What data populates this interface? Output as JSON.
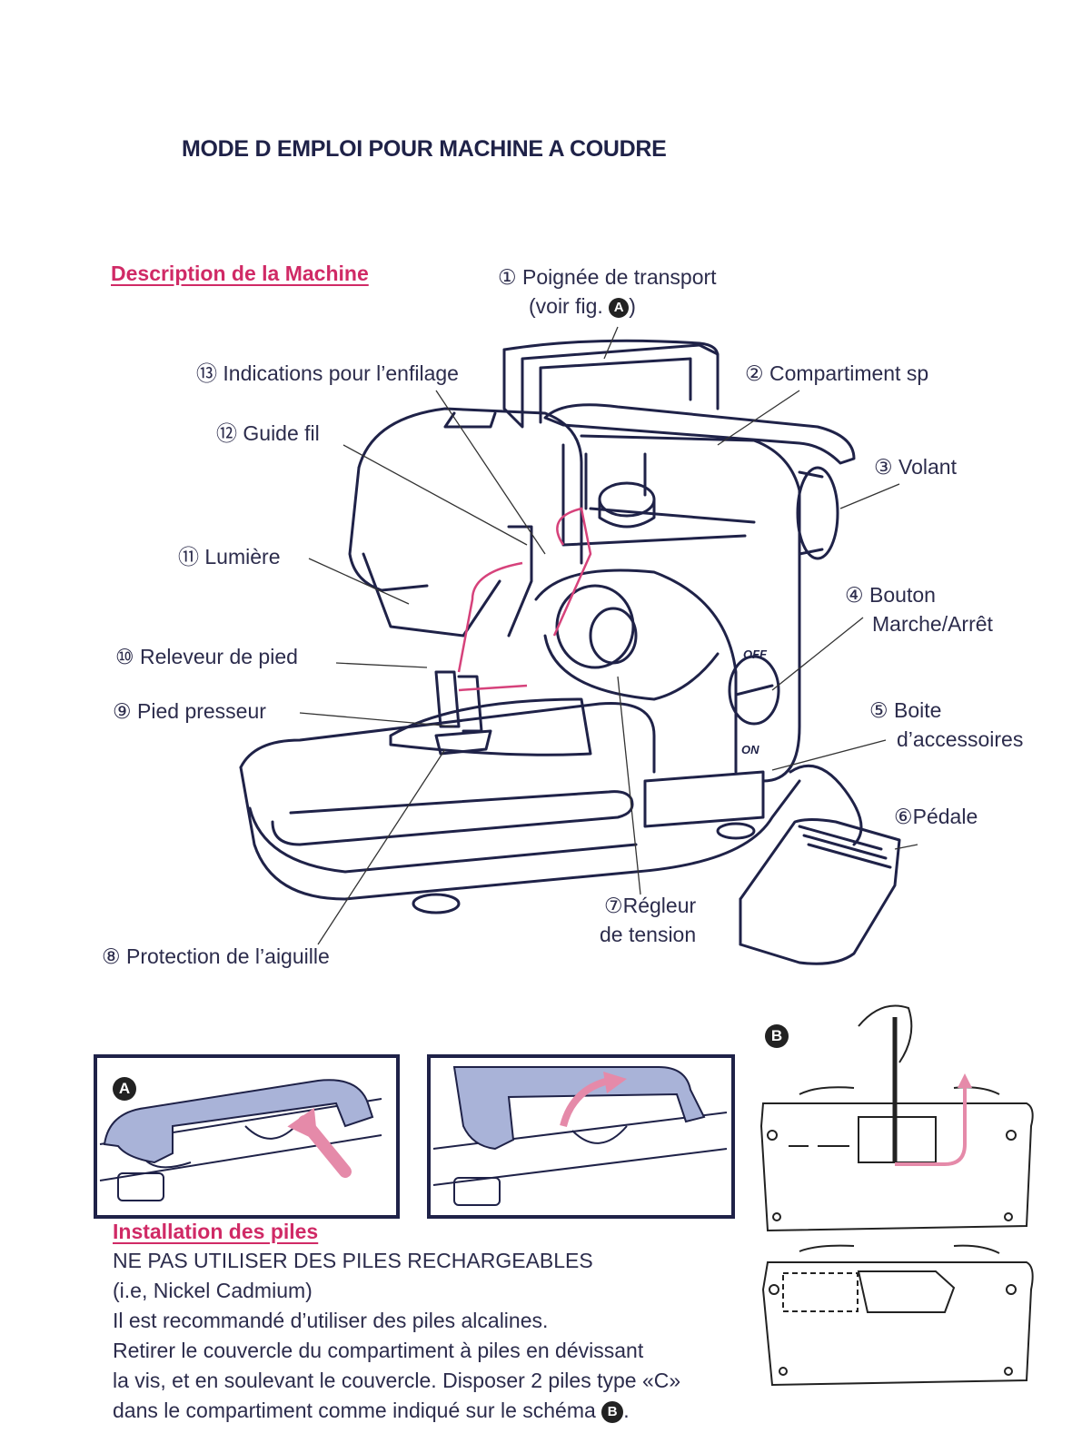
{
  "title": "MODE D EMPLOI POUR MACHINE A COUDRE",
  "description": {
    "heading": "Description de la Machine",
    "parts": [
      {
        "num": "①",
        "lines": [
          "Poignée de transport",
          "(voir fig. "
        ],
        "badge": "A"
      },
      {
        "num": "②",
        "lines": [
          "Compartiment sp"
        ]
      },
      {
        "num": "③",
        "lines": [
          "Volant"
        ]
      },
      {
        "num": "④",
        "lines": [
          "Bouton",
          "Marche/Arrêt"
        ]
      },
      {
        "num": "⑤",
        "lines": [
          "Boite",
          "d’accessoires"
        ]
      },
      {
        "num": "⑥",
        "lines": [
          "Pédale"
        ]
      },
      {
        "num": "⑦",
        "lines": [
          "Régleur",
          "de tension"
        ]
      },
      {
        "num": "⑧",
        "lines": [
          "Protection de l’aiguille"
        ]
      },
      {
        "num": "⑨",
        "lines": [
          "Pied presseur"
        ]
      },
      {
        "num": "⑩",
        "lines": [
          "Releveur de pied"
        ]
      },
      {
        "num": "⑪",
        "lines": [
          "Lumière"
        ]
      },
      {
        "num": "⑫",
        "lines": [
          "Guide fil"
        ]
      },
      {
        "num": "⑬",
        "lines": [
          "Indications pour l’enfilage"
        ]
      }
    ],
    "machine_labels": {
      "off": "OFF",
      "on": "ON"
    }
  },
  "figures": {
    "a_badge": "A",
    "b_badge": "B"
  },
  "batteries": {
    "heading": "Installation des piles",
    "lines": [
      "NE PAS UTILISER DES PILES RECHARGEABLES",
      "(i.e, Nickel Cadmium)",
      "Il est recommandé d’utiliser des piles alcalines.",
      "Retirer le couvercle du compartiment à piles en dévissant",
      "la vis, et en soulevant le couvercle. Disposer 2 piles type «C»",
      "dans le compartiment comme indiqué sur le schéma "
    ],
    "end_badge": "B"
  },
  "colors": {
    "text": "#2c2c4c",
    "accent": "#d02a66",
    "figure_blue": "#a9b3d8",
    "frame": "#1f2248"
  }
}
